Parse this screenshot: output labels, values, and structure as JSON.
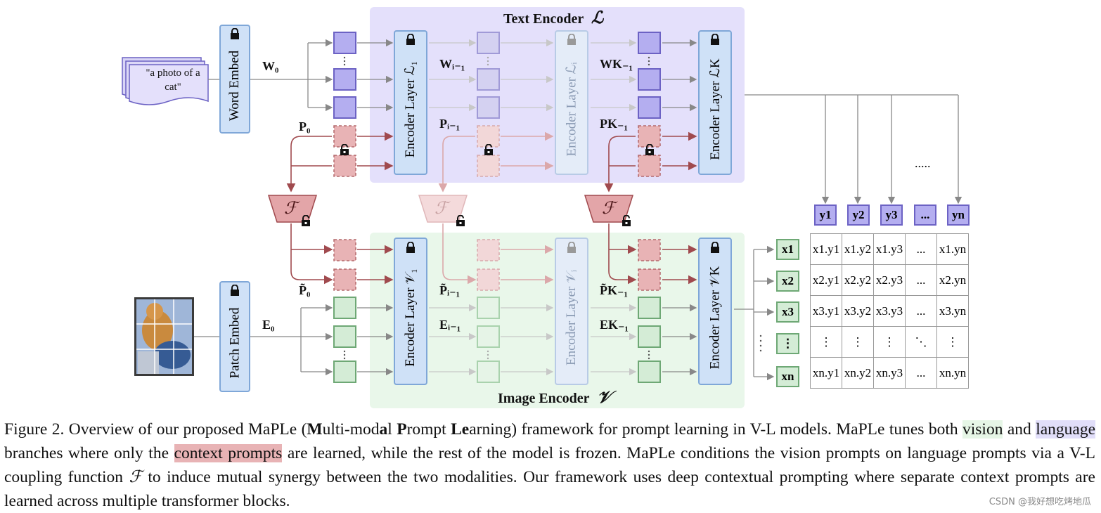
{
  "labels": {
    "text_encoder": "Text Encoder",
    "text_encoder_sym": "ℒ",
    "image_encoder": "Image Encoder",
    "image_encoder_sym": "𝒱",
    "word_embed": "Word Embed",
    "patch_embed": "Patch Embed",
    "input_text": "\"a photo of a cat\"",
    "enc_L1": "Encoder Layer ℒ₁",
    "enc_Li": "Encoder Layer ℒᵢ",
    "enc_LK": "Encoder Layer ℒK",
    "enc_V1": "Encoder Layer 𝒱₁",
    "enc_Vi": "Encoder Layer 𝒱ᵢ",
    "enc_VK": "Encoder Layer 𝒱K",
    "W0": "W₀",
    "Wi1": "Wᵢ₋₁",
    "WK1": "WK₋₁",
    "P0": "P₀",
    "Pi1": "Pᵢ₋₁",
    "PK1": "PK₋₁",
    "Pt0": "P̃₀",
    "Pti1": "P̃ᵢ₋₁",
    "PtK1": "P̃K₋₁",
    "E0": "E₀",
    "Ei1": "Eᵢ₋₁",
    "EK1": "EK₋₁",
    "coupling": "ℱ",
    "dots": "....."
  },
  "outputs": {
    "y": [
      "y1",
      "y2",
      "y3",
      "...",
      "yn"
    ],
    "x": [
      "x1",
      "x2",
      "x3",
      "⋮",
      "xn"
    ]
  },
  "sim_matrix": [
    [
      "x1.y1",
      "x1.y2",
      "x1.y3",
      "...",
      "x1.yn"
    ],
    [
      "x2.y1",
      "x2.y2",
      "x2.y3",
      "...",
      "x2.yn"
    ],
    [
      "x3.y1",
      "x3.y2",
      "x3.y3",
      "...",
      "x3.yn"
    ],
    [
      "⋮",
      "⋮",
      "⋮",
      "⋱",
      "⋮"
    ],
    [
      "xn.y1",
      "xn.y2",
      "xn.y3",
      "...",
      "xn.yn"
    ]
  ],
  "caption": {
    "p1": "Figure 2. Overview of our proposed MaPLe (",
    "b1": "M",
    "p2": "ulti-mod",
    "b2": "a",
    "p3": "l ",
    "b3": "P",
    "p4": "rompt ",
    "b4": "Le",
    "p5": "arning) framework for prompt learning in V-L models. MaPLe tunes both ",
    "hl_vision": "vision",
    "p6": " and ",
    "hl_language": "language",
    "p7": " branches where only the ",
    "hl_context": "context prompts",
    "p8": " are learned, while the rest of the model is frozen. MaPLe conditions the vision prompts on language prompts via a V-L coupling function ",
    "f": "ℱ",
    "p9": " to induce mutual synergy between the two modalities. Our framework uses deep contextual prompting where separate context prompts are learned across multiple transformer blocks."
  },
  "watermark": "CSDN @我好想吃烤地瓜",
  "colors": {
    "text_bg": "#e4e0fb",
    "image_bg": "#e9f7ea",
    "text_token": "#b4aef0",
    "image_token": "#d4ecd6",
    "prompt": "#e8b3b5",
    "coupling": "#e3a5a8",
    "encoder": "#cfe1f7"
  }
}
